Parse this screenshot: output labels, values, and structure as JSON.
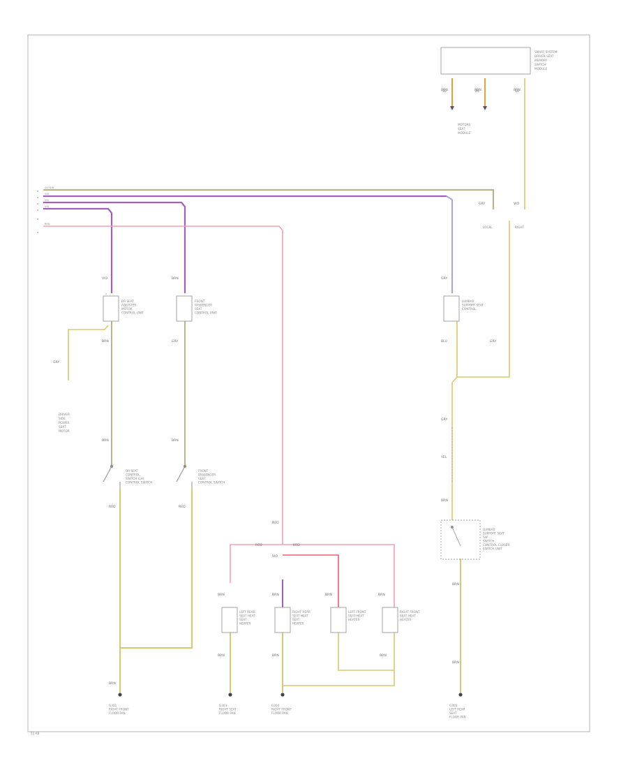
{
  "diagram": {
    "page_code": "51-AB",
    "colors": {
      "ylw": "#d9c870",
      "gy_ylw": "#b9b48c",
      "vio": "#a25ec0",
      "blu": "#a4a4ee",
      "red": "#f05c6c",
      "pink": "#f3a0b0",
      "orange": "#e6a23a",
      "gray": "#8d8d8d"
    },
    "module_top": {
      "lines": [
        "SMART SYSTEM",
        "DRIVER SEAT",
        "MEMORY",
        "SWITCH",
        "MODULE"
      ],
      "pins": [
        "30",
        "29",
        "19"
      ],
      "connector_lines": [
        "MOTORS",
        "SEAT",
        "MODULE"
      ]
    },
    "bus": {
      "labels": [
        "GY/YLW",
        "VIO",
        "VIO",
        "VIO",
        "RED"
      ],
      "splice_labels": [
        "LOCAL",
        "RIGHT"
      ]
    },
    "components": [
      {
        "id": "driver-power-seat-control",
        "lines": [
          "DR SEAT",
          "ADJUSTER",
          "MOTOR",
          "CONTROL UNIT"
        ]
      },
      {
        "id": "passenger-power-seat-control",
        "lines": [
          "FRONT",
          "PASSENGER",
          "SEAT",
          "CONTROL UNIT"
        ]
      },
      {
        "id": "lumbar-support-control",
        "lines": [
          "LUMBAR",
          "SUPPORT SEAT",
          "CONTROL"
        ]
      },
      {
        "id": "driver-seat-switch",
        "lines": [
          "DR SEAT",
          "CONTROL",
          "SWITCH (LH)",
          "CONTROL SWITCH"
        ]
      },
      {
        "id": "passenger-seat-switch",
        "lines": [
          "FRONT",
          "PASSENGER",
          "SEAT",
          "CONTROL SWITCH"
        ]
      },
      {
        "id": "lumbar-seat-switch",
        "lines": [
          "LUMBAR",
          "SUPPORT SEAT",
          "SW",
          "SWITCH",
          "CONTROL CLOSER",
          "SWITCH UNIT"
        ]
      },
      {
        "id": "heater-left-rear",
        "lines": [
          "LEFT REAR",
          "SEAT HEAT",
          "SEAT",
          "HEATER"
        ]
      },
      {
        "id": "heater-right-rear",
        "lines": [
          "RIGHT REAR",
          "SEAT HEAT",
          "SEAT",
          "HEATER"
        ]
      },
      {
        "id": "heater-left-front",
        "lines": [
          "LEFT FRONT",
          "SEAT HEAT",
          "HEATER"
        ]
      },
      {
        "id": "heater-right-front",
        "lines": [
          "RIGHT FRONT",
          "SEAT HEAT",
          "HEATER"
        ]
      }
    ],
    "side_note": [
      "DRIVER",
      "SIDE",
      "POWER",
      "SEAT",
      "MOTOR"
    ],
    "grounds": [
      {
        "lines": [
          "G301",
          "RIGHT FRONT",
          "FLOOR PAN"
        ]
      },
      {
        "lines": [
          "G303",
          "RIGHT SEAT",
          "FLOOR PAN"
        ]
      },
      {
        "lines": [
          "G304",
          "RIGHT FRONT",
          "FLOOR PAN"
        ]
      },
      {
        "lines": [
          "G305",
          "LEFT REAR",
          "SEAT",
          "FLOOR PAN"
        ]
      }
    ],
    "wire_codes": {
      "w1": "BRN",
      "w2": "BRN",
      "w3": "BRN",
      "w4": "GRY",
      "w5": "VIO",
      "w6": "GRY",
      "w7": "VIO",
      "w8": "BRN",
      "w9": "BRN",
      "w10": "GRY",
      "w11": "GRY",
      "w12": "BRN",
      "w13": "BRN",
      "w14": "RED",
      "w15": "RED",
      "w16": "BLU",
      "w17": "GRY",
      "w18": "GRY",
      "w19": "YEL",
      "w20": "BRN",
      "w21": "BRN",
      "w22": "BRN",
      "w23": "BRN",
      "w24": "RED",
      "w25": "VIO",
      "w26": "RED",
      "w27": "RED",
      "w28": "BRN",
      "w29": "BRN",
      "w30": "BRN",
      "w31": "BRN",
      "w32": "BRN",
      "w33": "BRN",
      "w34": "BRN"
    }
  }
}
